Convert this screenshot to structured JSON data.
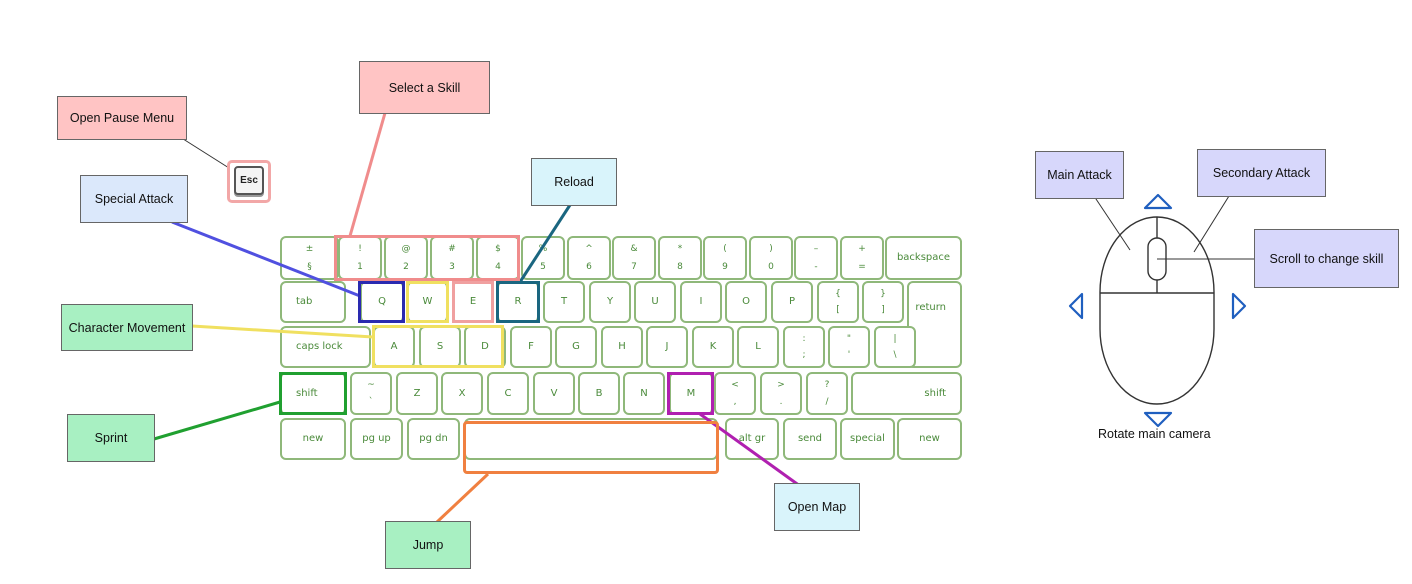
{
  "labels": {
    "select_skill": "Select a Skill",
    "pause_menu": "Open Pause Menu",
    "special_attack": "Special Attack",
    "reload": "Reload",
    "character_movement": "Character Movement",
    "sprint": "Sprint",
    "jump": "Jump",
    "open_map": "Open Map",
    "main_attack": "Main Attack",
    "secondary_attack": "Secondary Attack",
    "scroll_skill": "Scroll to change skill",
    "rotate_camera": "Rotate main camera"
  },
  "esc_key": "Esc",
  "colors": {
    "key_border": "#8fb87a",
    "key_text": "#4a8a3a",
    "skill": "#f08c8c",
    "special": "#5050e0",
    "reload": "#1a6680",
    "movement": "#f0e060",
    "sprint": "#20a030",
    "jump": "#f08040",
    "map": "#b020b0",
    "label_pink": "#ffc4c4",
    "label_blue": "#dbe8fb",
    "label_cyan": "#d9f4fb",
    "label_green": "#a8f0c2",
    "label_lavender": "#d7d7fb",
    "arrow_blue": "#1f5fbf"
  },
  "keyboard": {
    "row1": [
      {
        "t": "±",
        "b": "§"
      },
      {
        "t": "!",
        "b": "1"
      },
      {
        "t": "@",
        "b": "2"
      },
      {
        "t": "#",
        "b": "3"
      },
      {
        "t": "$",
        "b": "4"
      },
      {
        "t": "%",
        "b": "5"
      },
      {
        "t": "^",
        "b": "6"
      },
      {
        "t": "&",
        "b": "7"
      },
      {
        "t": "*",
        "b": "8"
      },
      {
        "t": "(",
        "b": "9"
      },
      {
        "t": ")",
        "b": "0"
      },
      {
        "t": "–",
        "b": "-"
      },
      {
        "t": "+",
        "b": "="
      },
      {
        "c": "backspace"
      }
    ],
    "row2": [
      {
        "c": "tab"
      },
      {
        "c": "Q"
      },
      {
        "c": "W"
      },
      {
        "c": "E"
      },
      {
        "c": "R"
      },
      {
        "c": "T"
      },
      {
        "c": "Y"
      },
      {
        "c": "U"
      },
      {
        "c": "I"
      },
      {
        "c": "O"
      },
      {
        "c": "P"
      },
      {
        "t": "{",
        "b": "["
      },
      {
        "t": "}",
        "b": "]"
      },
      {
        "c": "return"
      }
    ],
    "row3": [
      {
        "c": "caps lock"
      },
      {
        "c": "A"
      },
      {
        "c": "S"
      },
      {
        "c": "D"
      },
      {
        "c": "F"
      },
      {
        "c": "G"
      },
      {
        "c": "H"
      },
      {
        "c": "J"
      },
      {
        "c": "K"
      },
      {
        "c": "L"
      },
      {
        "t": ":",
        "b": ";"
      },
      {
        "t": "\"",
        "b": "'"
      },
      {
        "t": "|",
        "b": "\\"
      }
    ],
    "row4": [
      {
        "c": "shift"
      },
      {
        "t": "~",
        "b": "`"
      },
      {
        "c": "Z"
      },
      {
        "c": "X"
      },
      {
        "c": "C"
      },
      {
        "c": "V"
      },
      {
        "c": "B"
      },
      {
        "c": "N"
      },
      {
        "c": "M"
      },
      {
        "t": "<",
        "b": ","
      },
      {
        "t": ">",
        "b": "."
      },
      {
        "t": "?",
        "b": "/"
      },
      {
        "c": "shift"
      }
    ],
    "row5": [
      {
        "c": "new"
      },
      {
        "c": "pg up"
      },
      {
        "c": "pg dn"
      },
      {
        "c": ""
      },
      {
        "c": "alt gr"
      },
      {
        "c": "send"
      },
      {
        "c": "special"
      },
      {
        "c": "new"
      }
    ]
  }
}
